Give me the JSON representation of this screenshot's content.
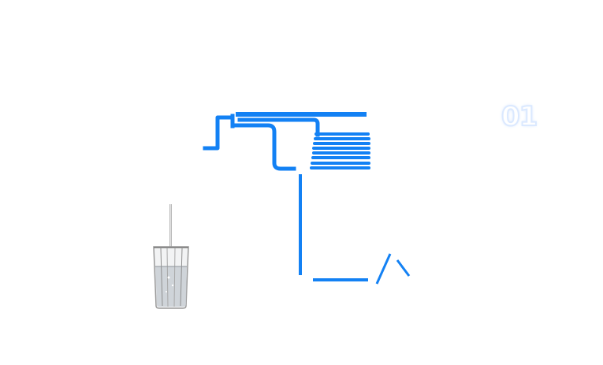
{
  "level": {
    "number": "01"
  },
  "colors": {
    "pipe": "#1381f4",
    "background": "#ffffff",
    "counter_outline": "#dbe9ff",
    "glass_edge": "#9a9a9a",
    "straw": "#b9b9b9",
    "water": "#c9ced3"
  },
  "objects": {
    "glass": {
      "icon": "drinking-glass-with-straw-icon"
    },
    "coil": {
      "icon": "radiator-coil",
      "line_count": 8
    }
  }
}
